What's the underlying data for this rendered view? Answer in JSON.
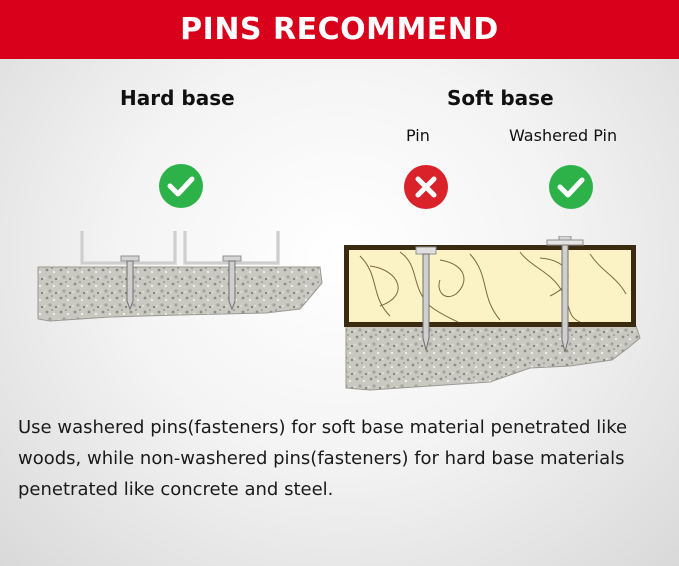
{
  "banner": {
    "title": "PINS RECOMMEND",
    "color": "#d9001b"
  },
  "hard_base": {
    "title": "Hard base",
    "status_icon": "check-icon",
    "status_color": "#2db24a"
  },
  "soft_base": {
    "title": "Soft base",
    "pin": {
      "label": "Pin",
      "status_icon": "cross-icon",
      "status_color": "#d9222a"
    },
    "washered_pin": {
      "label": "Washered Pin",
      "status_icon": "check-icon",
      "status_color": "#2db24a"
    }
  },
  "caption": "Use washered pins(fasteners) for soft base material penetrated like woods, while non-washered pins(fasteners) for hard base materials penetrated like concrete and steel."
}
